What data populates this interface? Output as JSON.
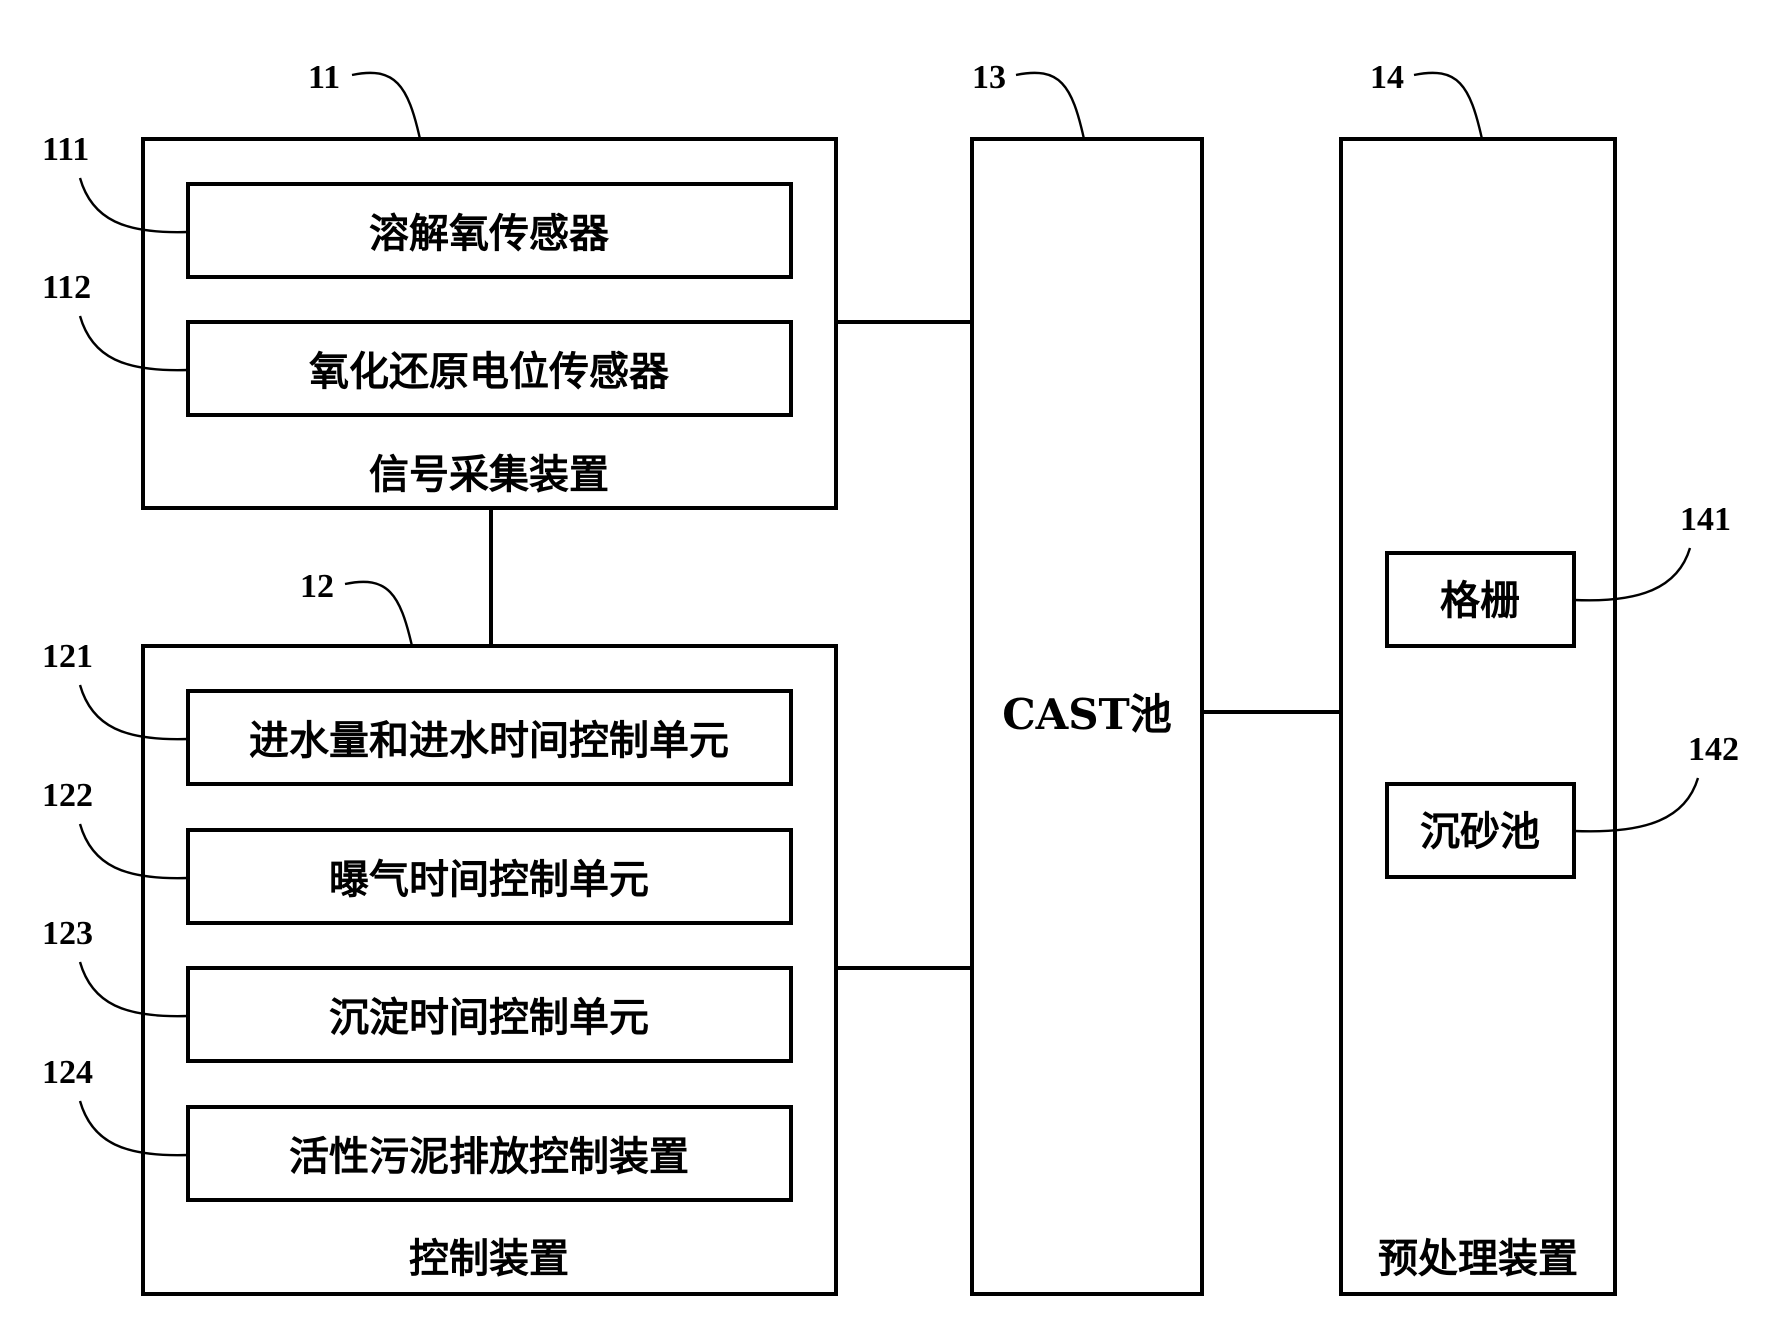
{
  "device_11": {
    "number": "11",
    "title": "信号采集装置",
    "items": [
      {
        "number": "111",
        "label": "溶解氧传感器"
      },
      {
        "number": "112",
        "label": "氧化还原电位传感器"
      }
    ]
  },
  "device_12": {
    "number": "12",
    "title": "控制装置",
    "items": [
      {
        "number": "121",
        "label": "进水量和进水时间控制单元"
      },
      {
        "number": "122",
        "label": "曝气时间控制单元"
      },
      {
        "number": "123",
        "label": "沉淀时间控制单元"
      },
      {
        "number": "124",
        "label": "活性污泥排放控制装置"
      }
    ]
  },
  "device_13": {
    "number": "13",
    "label": "CAST池"
  },
  "device_14": {
    "number": "14",
    "title": "预处理装置",
    "items": [
      {
        "number": "141",
        "label": "格栅"
      },
      {
        "number": "142",
        "label": "沉砂池"
      }
    ]
  }
}
